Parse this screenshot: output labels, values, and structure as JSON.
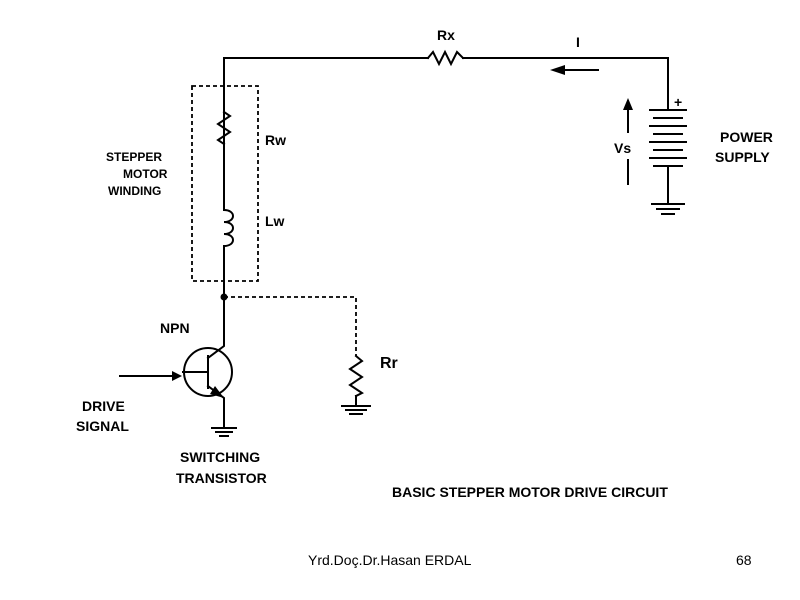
{
  "diagram": {
    "title": "BASIC STEPPER MOTOR DRIVE CIRCUIT",
    "labels": {
      "rx": "Rx",
      "current": "I",
      "plus": "+",
      "vs": "Vs",
      "power_supply_line1": "POWER",
      "power_supply_line2": "SUPPLY",
      "rw": "Rw",
      "lw": "Lw",
      "winding_line1": "STEPPER",
      "winding_line2": "MOTOR",
      "winding_line3": "WINDING",
      "npn": "NPN",
      "rr": "Rr",
      "drive_line1": "DRIVE",
      "drive_line2": "SIGNAL",
      "switch_line1": "SWITCHING",
      "switch_line2": "TRANSISTOR"
    }
  },
  "footer": {
    "author": "Yrd.Doç.Dr.Hasan ERDAL",
    "page_number": "68"
  }
}
